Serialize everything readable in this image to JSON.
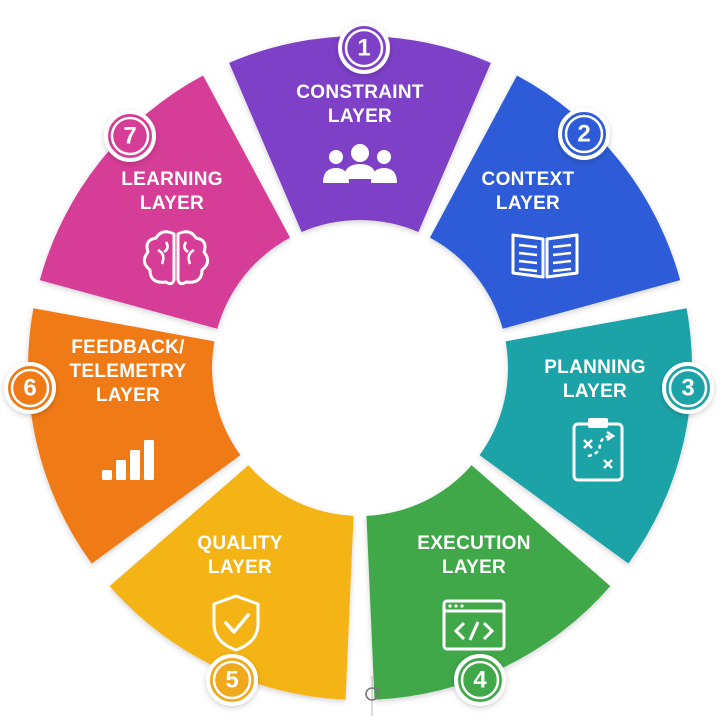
{
  "diagram": {
    "segments": [
      {
        "number": "1",
        "title_lines": [
          "CONSTRAINT",
          "LAYER"
        ],
        "color": "#7d3fc7",
        "badge_color": "#7d3fc7",
        "icon": "people-icon"
      },
      {
        "number": "2",
        "title_lines": [
          "CONTEXT",
          "LAYER"
        ],
        "color": "#2f5bd8",
        "badge_color": "#2f5bd8",
        "icon": "book-icon"
      },
      {
        "number": "3",
        "title_lines": [
          "PLANNING",
          "LAYER"
        ],
        "color": "#1aa3a8",
        "badge_color": "#1aa3a8",
        "icon": "clipboard-strategy-icon"
      },
      {
        "number": "4",
        "title_lines": [
          "EXECUTION",
          "LAYER"
        ],
        "color": "#3fa84a",
        "badge_color": "#3fa84a",
        "icon": "code-window-icon"
      },
      {
        "number": "5",
        "title_lines": [
          "QUALITY",
          "LAYER"
        ],
        "color": "#f5b412",
        "badge_color": "#f0a81a",
        "icon": "shield-check-icon"
      },
      {
        "number": "6",
        "title_lines": [
          "FEEDBACK/",
          "TELEMETRY",
          "LAYER"
        ],
        "color": "#f07a14",
        "badge_color": "#f07a14",
        "icon": "bar-chart-icon"
      },
      {
        "number": "7",
        "title_lines": [
          "LEARNING",
          "LAYER"
        ],
        "color": "#d63c97",
        "badge_color": "#d63c97",
        "icon": "brain-icon"
      }
    ],
    "cycle_marker_icon": "refresh-icon"
  }
}
